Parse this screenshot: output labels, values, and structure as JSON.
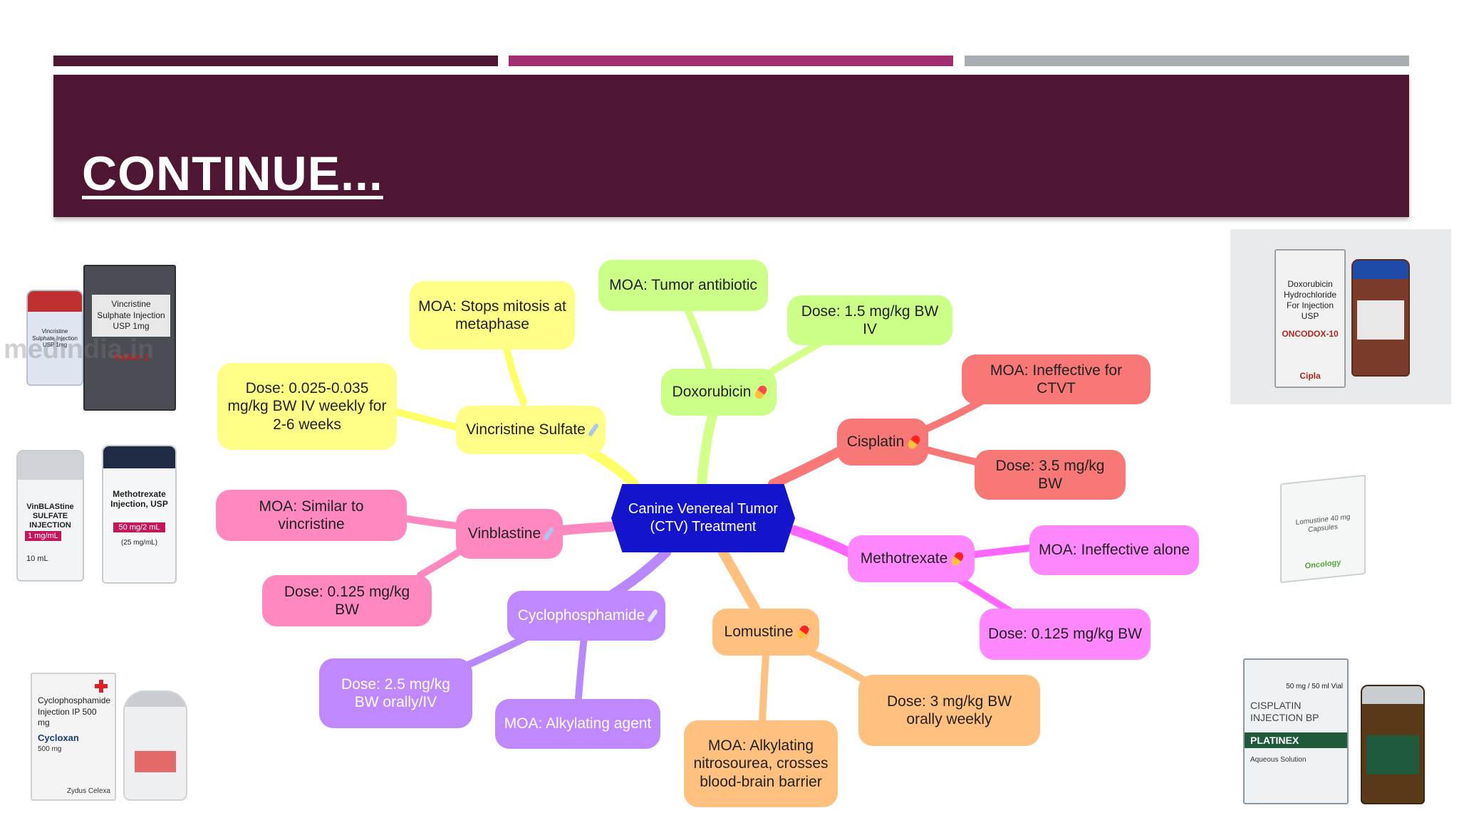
{
  "slide": {
    "title": "CONTINUE...",
    "banner_color": "#4f1634",
    "top_bar_colors": [
      "#4f1634",
      "#a22e72",
      "#a8adb3"
    ]
  },
  "mindmap": {
    "center": {
      "line1": "Canine Venereal Tumor",
      "line2": "(CTV) Treatment",
      "color": "#1414cc"
    },
    "drugs": [
      {
        "name": "Vincristine Sulfate",
        "icon": "syringe-icon",
        "color": "#ffff88",
        "moa": "MOA: Stops mitosis at metaphase",
        "dose": "Dose: 0.025-0.035 mg/kg BW IV weekly for 2-6 weeks"
      },
      {
        "name": "Doxorubicin",
        "icon": "pill-icon",
        "color": "#ccff88",
        "moa": "MOA: Tumor antibiotic",
        "dose": "Dose: 1.5 mg/kg BW IV"
      },
      {
        "name": "Cisplatin",
        "icon": "pill-icon",
        "color": "#f87878",
        "moa": "MOA: Ineffective for CTVT",
        "dose": "Dose: 3.5 mg/kg BW"
      },
      {
        "name": "Methotrexate",
        "icon": "pill-icon",
        "color": "#ff88ff",
        "moa": "MOA: Ineffective alone",
        "dose": "Dose: 0.125 mg/kg BW"
      },
      {
        "name": "Lomustine",
        "icon": "pill-icon",
        "color": "#ffc080",
        "moa": "MOA: Alkylating nitrosourea, crosses blood-brain barrier",
        "dose": "Dose: 3 mg/kg BW orally weekly"
      },
      {
        "name": "Cyclophosphamide",
        "icon": "syringe-icon",
        "color": "#c088ff",
        "moa": "MOA: Alkylating agent",
        "dose": "Dose: 2.5 mg/kg BW orally/IV"
      },
      {
        "name": "Vinblastine",
        "icon": "syringe-icon",
        "color": "#ff88c0",
        "moa": "MOA: Similar to vincristine",
        "dose": "Dose: 0.125 mg/kg BW"
      }
    ]
  },
  "photos": {
    "vincristine": {
      "box_text": "Vincristine Sulphate Injection USP 1mg",
      "brand": "Vinlon 1",
      "vial": "Vincristine Sulphate Injection USP 1mg",
      "watermark": "medindia.in"
    },
    "vinblastine": {
      "vial": "VinBLAStine SULFATE INJECTION",
      "strength": "1 mg/mL",
      "volume": "10 mL"
    },
    "methotrexate": {
      "vial": "Methotrexate Injection, USP",
      "strength": "50 mg/2 mL",
      "note": "(25 mg/mL)"
    },
    "cyclophosphamide": {
      "box_text": "Cyclophosphamide Injection IP 500 mg",
      "brand": "Cycloxan",
      "strength": "500 mg",
      "maker": "Zydus Celexa"
    },
    "doxorubicin": {
      "box_text": "Doxorubicin Hydrochloride For Injection USP",
      "brand": "ONCODOX-10",
      "maker": "Cipla"
    },
    "lomustine": {
      "box_text": "Lomustine 40 mg Capsules",
      "brand": "Oncology"
    },
    "cisplatin": {
      "box_text": "CISPLATIN INJECTION BP",
      "brand": "PLATINEX",
      "strength": "50 mg / 50 ml Vial",
      "note": "Aqueous Solution"
    }
  }
}
